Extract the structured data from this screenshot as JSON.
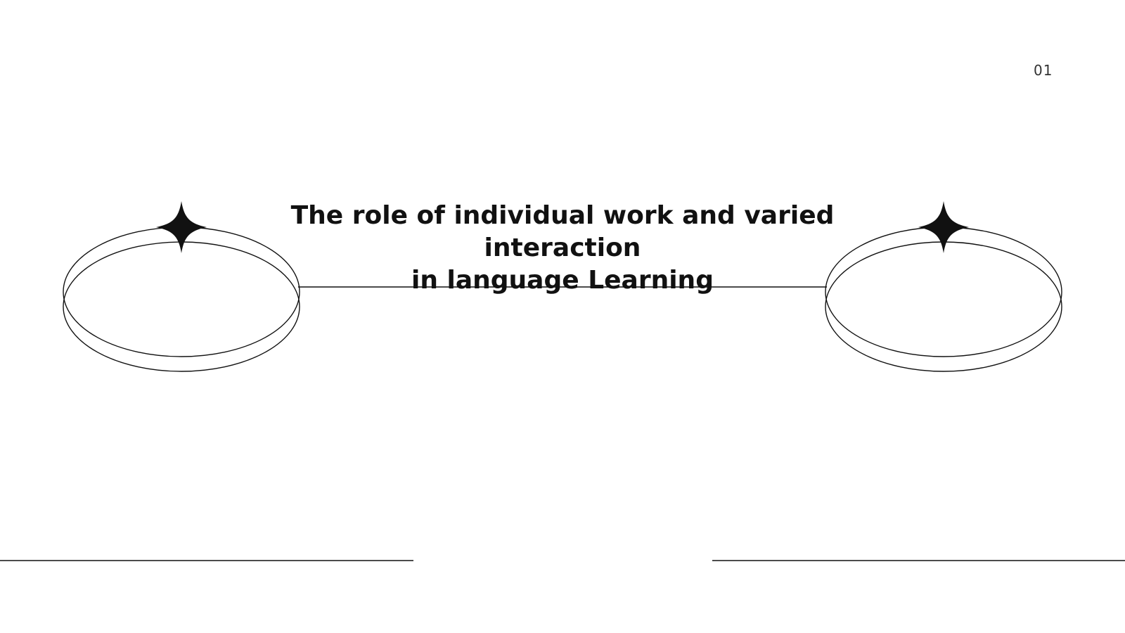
{
  "slide": {
    "number": "01",
    "title_line_1": "The role of individual work and varied interaction",
    "title_line_2": "in language Learning"
  },
  "colors": {
    "background": "#ffffff",
    "ink": "#111111",
    "slide_number": "#333333"
  },
  "icons": {
    "left_star": "four-point-star-icon",
    "right_star": "four-point-star-icon"
  }
}
